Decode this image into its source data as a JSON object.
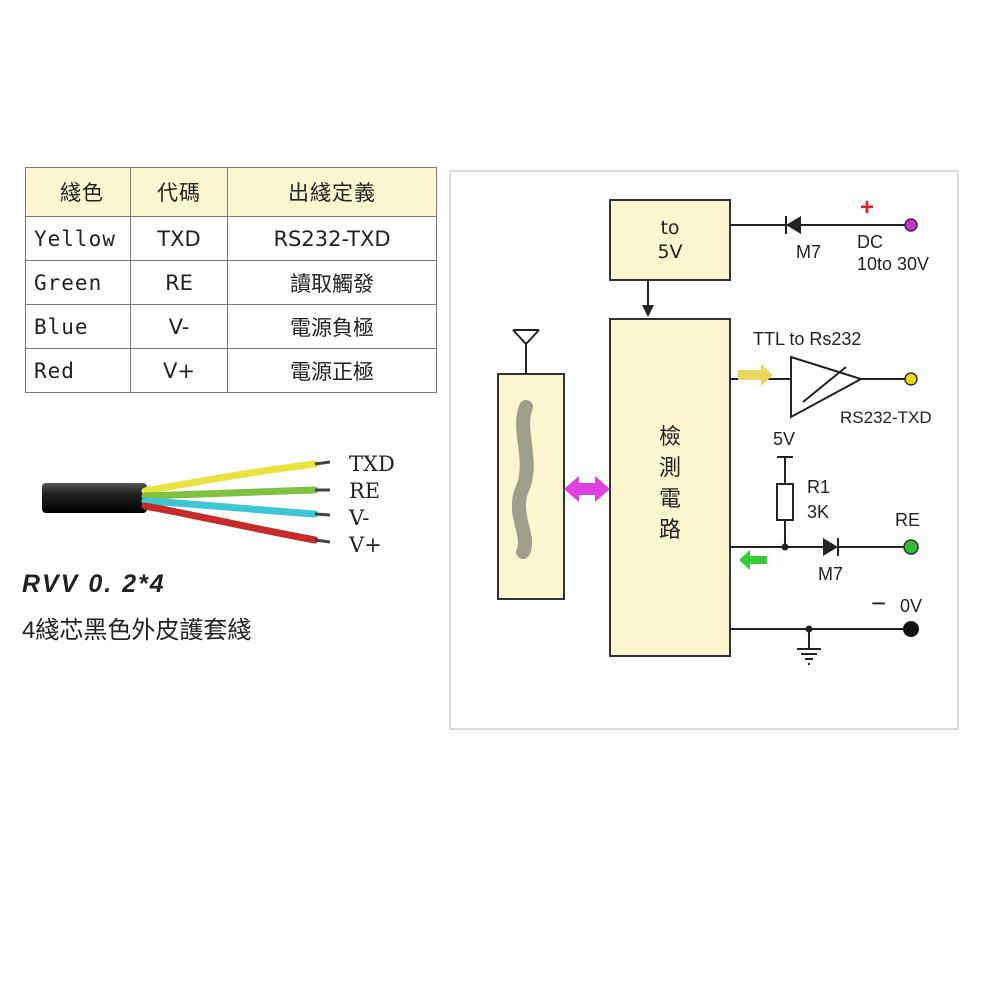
{
  "table": {
    "headers": [
      "綫色",
      "代碼",
      "出綫定義"
    ],
    "rows": [
      {
        "color": "Yellow",
        "code": "TXD",
        "definition": "RS232-TXD"
      },
      {
        "color": "Green",
        "code": "RE",
        "definition": "讀取觸發"
      },
      {
        "color": "Blue",
        "code": "V-",
        "definition": "電源負極"
      },
      {
        "color": "Red",
        "code": "V+",
        "definition": "電源正極"
      }
    ]
  },
  "cable": {
    "wires": [
      {
        "label": "TXD",
        "color": "#e9e340"
      },
      {
        "label": "RE",
        "color": "#7fc241"
      },
      {
        "label": "V-",
        "color": "#3ec6d6"
      },
      {
        "label": "V+",
        "color": "#c62a2a"
      }
    ],
    "title": "RVV 0. 2*4",
    "subtitle": "4綫芯黑色外皮護套綫"
  },
  "diagram": {
    "regulator": {
      "line1": "to",
      "line2": "5V"
    },
    "detector": [
      "檢",
      "測",
      "電",
      "路"
    ],
    "power": {
      "plus": "+",
      "diode": "M7",
      "line1": "DC",
      "line2": "10to 30V"
    },
    "ttl_label": "TTL to Rs232",
    "rs232_out": "RS232-TXD",
    "pullup": {
      "supply": "5V",
      "resistor": "R1",
      "value": "3K"
    },
    "re": {
      "label": "RE",
      "diode": "M7"
    },
    "ground": {
      "minus": "−",
      "label": "0V"
    },
    "colors": {
      "block_fill": "#fbf6cf",
      "power_terminal": "#cc33cc",
      "txd_terminal": "#e8d820",
      "re_terminal": "#33bb33",
      "bidir_arrow": "#e040e0",
      "signal_arrow_yellow": "#e8d860",
      "signal_arrow_green": "#33cc33",
      "plus_red": "#e02020"
    }
  }
}
